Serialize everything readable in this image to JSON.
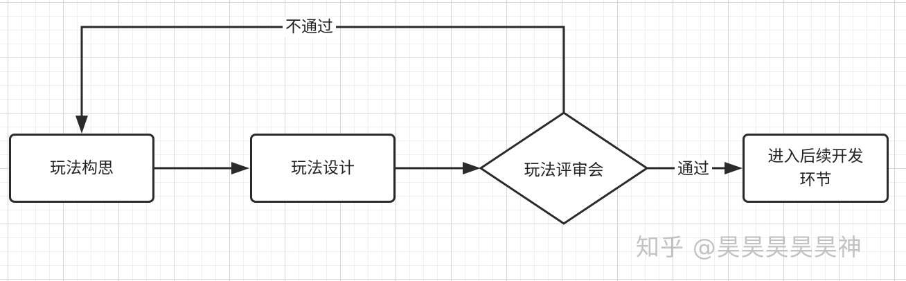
{
  "nodes": {
    "concept": "玩法构思",
    "design": "玩法设计",
    "review": "玩法评审会",
    "next_line1": "进入后续开发",
    "next_line2": "环节"
  },
  "edges": {
    "reject_label": "不通过",
    "pass_label": "通过"
  },
  "watermark": "知乎 @昊昊昊昊昊神",
  "colors": {
    "stroke": "#2a2a2a",
    "grid_major": "#d6d6d6",
    "grid_minor": "#efefef"
  }
}
